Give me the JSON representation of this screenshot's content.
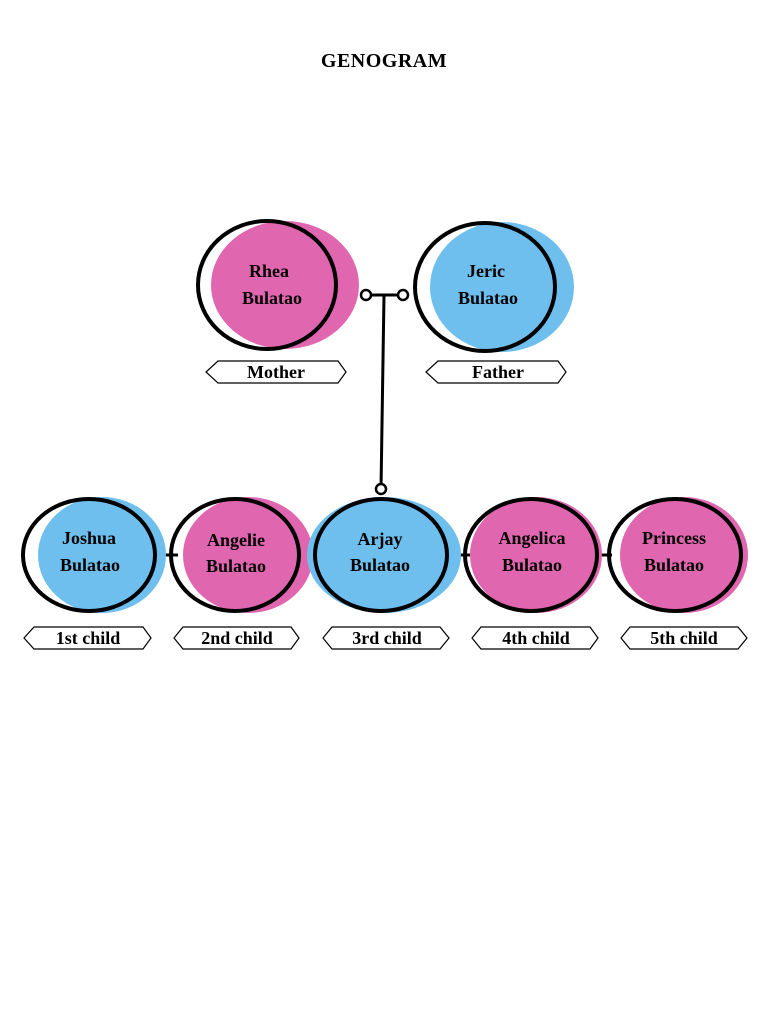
{
  "title": "GENOGRAM",
  "colors": {
    "female": "#e066b0",
    "male": "#6fbfee",
    "outline": "#000000"
  },
  "parents": [
    {
      "first": "Rhea",
      "last": "Bulatao",
      "role": "Mother",
      "gender": "female"
    },
    {
      "first": "Jeric",
      "last": "Bulatao",
      "role": "Father",
      "gender": "male"
    }
  ],
  "children": [
    {
      "first": "Joshua",
      "last": "Bulatao",
      "role": "1st child",
      "gender": "male"
    },
    {
      "first": "Angelie",
      "last": "Bulatao",
      "role": "2nd child",
      "gender": "female"
    },
    {
      "first": "Arjay",
      "last": "Bulatao",
      "role": "3rd child",
      "gender": "male"
    },
    {
      "first": "Angelica",
      "last": "Bulatao",
      "role": "4th child",
      "gender": "female"
    },
    {
      "first": "Princess",
      "last": "Bulatao",
      "role": "5th child",
      "gender": "female"
    }
  ]
}
